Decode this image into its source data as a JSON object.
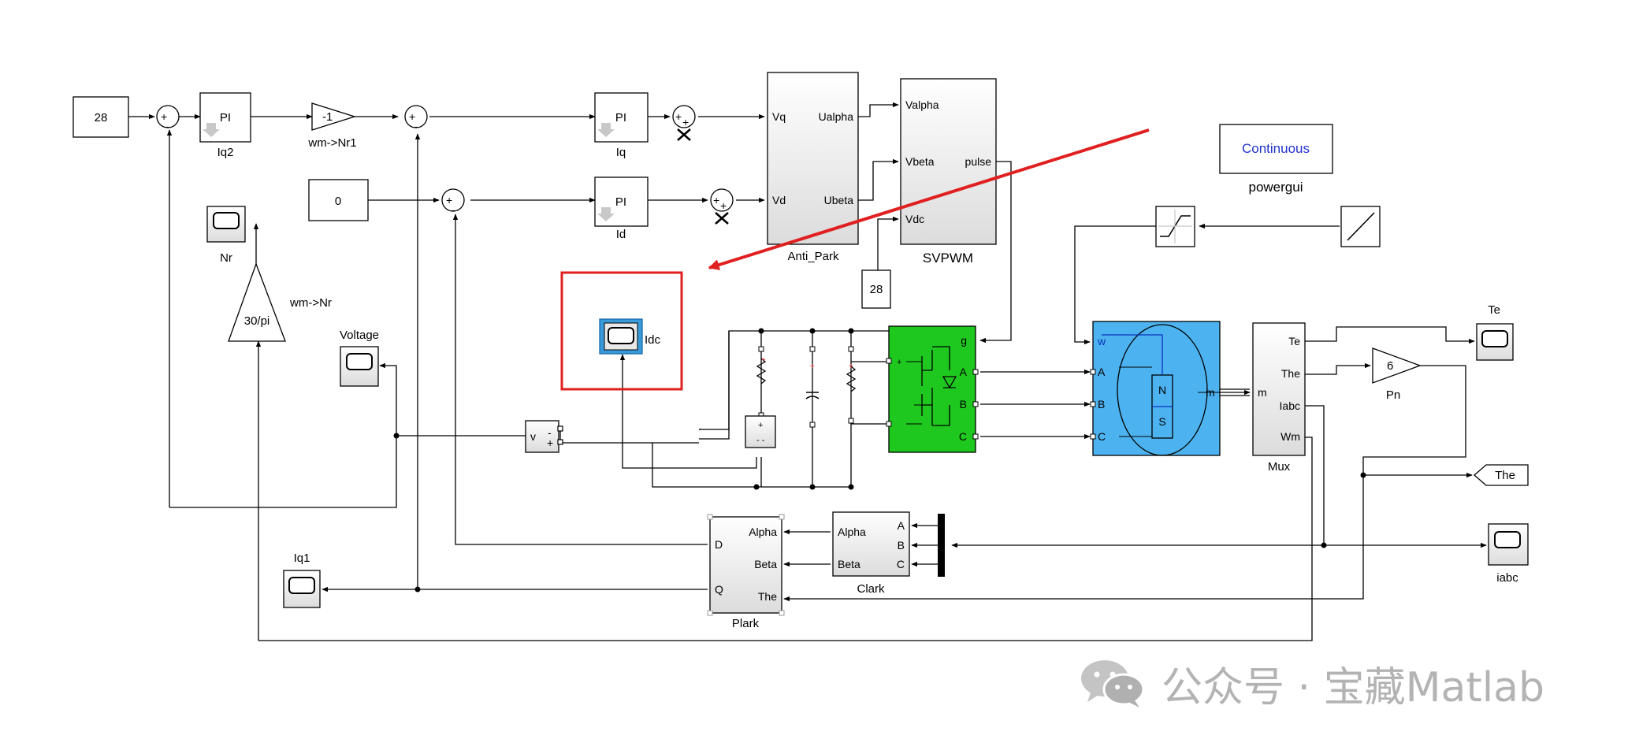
{
  "constants": {
    "speed_ref": "28",
    "id_ref": "0",
    "vdc": "28",
    "pole_pairs": "6"
  },
  "gains": {
    "wm_to_nr1": "-1",
    "wm_to_nr": "30/pi"
  },
  "blocks": {
    "pi_label": "PI",
    "pi_iq2": "Iq2",
    "pi_iq": "Iq",
    "pi_id": "Id",
    "gain1_name": "wm->Nr1",
    "gain2_name": "wm->Nr",
    "anti_park": {
      "name": "Anti_Park",
      "in1": "Vq",
      "in2": "Vd",
      "out1": "Ualpha",
      "out2": "Ubeta"
    },
    "svpwm": {
      "name": "SVPWM",
      "in1": "Valpha",
      "in2": "Vbeta",
      "in3": "Vdc",
      "out": "pulse"
    },
    "powergui": {
      "mode": "Continuous",
      "name": "powergui"
    },
    "scope_nr": "Nr",
    "scope_voltage": "Voltage",
    "scope_idc": "Idc",
    "scope_te": "Te",
    "scope_iabc": "iabc",
    "scope_iq1": "Iq1",
    "voltmeter_v": "v",
    "inverter_ports": {
      "g": "g",
      "a": "A",
      "b": "B",
      "c": "C"
    },
    "motor": {
      "w": "w",
      "a": "A",
      "b": "B",
      "c": "C",
      "m": "m",
      "n": "N",
      "s": "S"
    },
    "mux": {
      "name": "Mux",
      "in": "m",
      "out1": "Te",
      "out2": "The",
      "out3": "Iabc",
      "out4": "Wm"
    },
    "gain_pn": "Pn",
    "goto_the": "The",
    "clark": {
      "name": "Clark",
      "in1": "A",
      "in2": "B",
      "in3": "C",
      "out1": "Alpha",
      "out2": "Beta"
    },
    "plark": {
      "name": "Plark",
      "in1": "Alpha",
      "in2": "Beta",
      "in3": "The",
      "out1": "D",
      "out2": "Q"
    }
  },
  "signs": {
    "plus": "+",
    "minus": "-"
  },
  "watermark": "公众号 · 宝藏Matlab",
  "colors": {
    "inverter": "#1ec81e",
    "motor": "#4db3f0",
    "highlight": "#e02020",
    "scope_highlight": "#3a9ad9",
    "powergui_text": "#2233cc",
    "watermark": "#b3b3b3"
  }
}
